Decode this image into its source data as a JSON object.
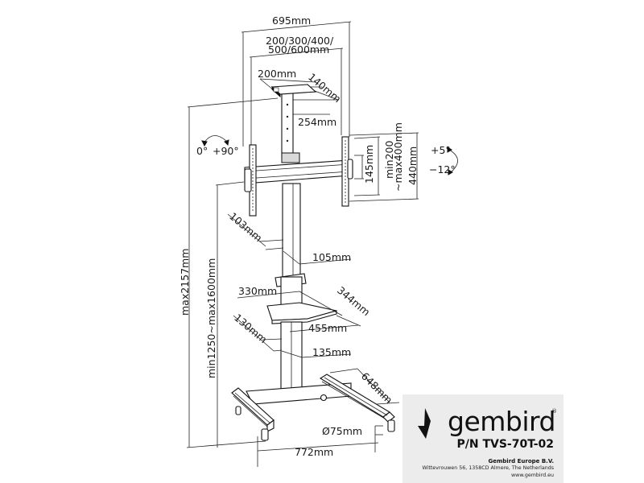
{
  "diagram": {
    "subject": "Mobile TV floor stand (TV cart) technical drawing",
    "dimensions": {
      "overall_width": "695mm",
      "vesa_horizontal": "200/300/400/\n500/600mm",
      "vesa_horizontal_line1": "200/300/400/",
      "vesa_horizontal_line2": "500/600mm",
      "top_shelf_width": "200mm",
      "top_shelf_depth": "140mm",
      "top_shelf_height": "254mm",
      "bracket_height": "145mm",
      "vesa_vertical_line1": "min200",
      "vesa_vertical_line2": "~max400mm",
      "plate_height": "440mm",
      "column_depth": "103mm",
      "column_width": "105mm",
      "shelf_width": "330mm",
      "shelf_depth": "344mm",
      "shelf_length": "455mm",
      "lower_column_depth": "130mm",
      "lower_column_width": "135mm",
      "base_depth": "648mm",
      "caster_diameter": "Ø75mm",
      "base_width": "772mm",
      "max_height": "max2157mm",
      "height_range": "min1250~max1600mm"
    },
    "rotation": {
      "swivel_start": "0°",
      "swivel_end": "+90°",
      "tilt_up": "+5°",
      "tilt_down": "−12°"
    }
  },
  "info_box": {
    "brand": "gembird",
    "registered_mark": "®",
    "part_number": "P/N TVS-70T-02",
    "company": "Gembird Europe B.V.",
    "address": "Wittevrouwen 56, 1358CD Almere, The Netherlands",
    "website": "www.gembird.eu",
    "background_color": "#ececec"
  }
}
